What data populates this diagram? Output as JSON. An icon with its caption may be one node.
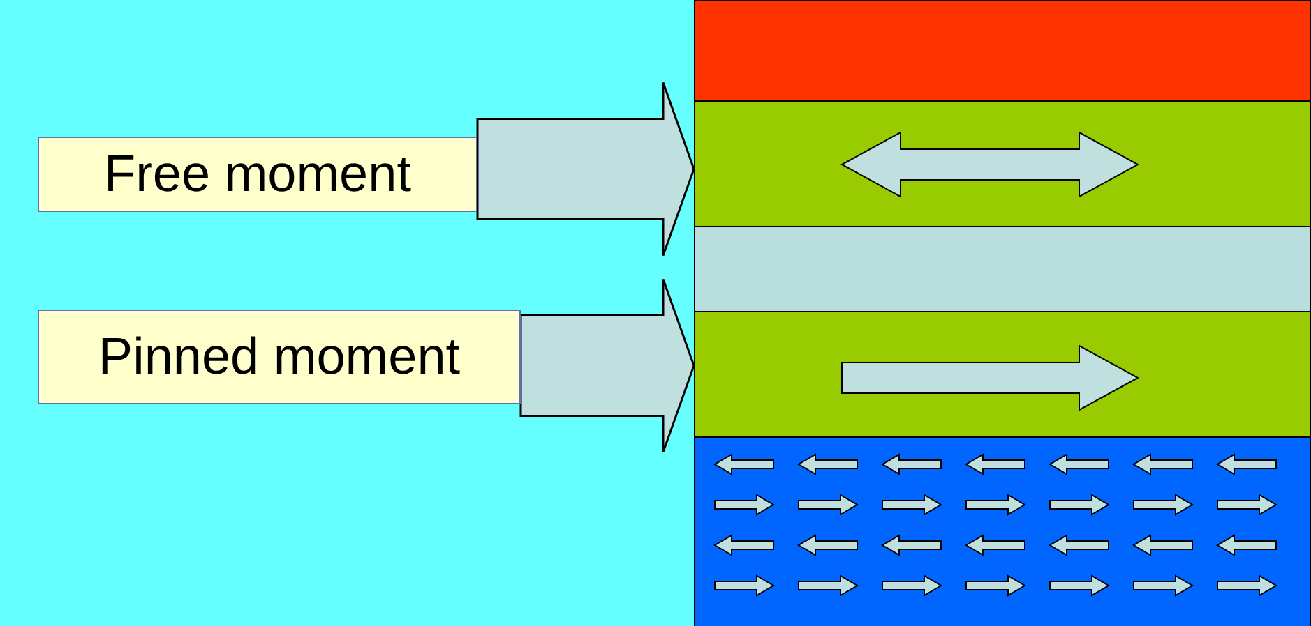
{
  "diagram": {
    "nodes": [
      {
        "text": [
          "Free moment"
        ]
      },
      {
        "text": [
          "Pinned moment"
        ]
      },
      {
        "text": [],
        "shape": "box"
      },
      {
        "text": [],
        "shape": "box"
      },
      {
        "text": [],
        "shape": "box"
      },
      {
        "text": [],
        "shape": "box"
      },
      {
        "text": [],
        "shape": "box"
      }
    ],
    "edges": [
      {
        "from": 0,
        "to": 3,
        "arrow": "to"
      },
      {
        "from": 1,
        "to": 5,
        "arrow": "to"
      }
    ]
  }
}
